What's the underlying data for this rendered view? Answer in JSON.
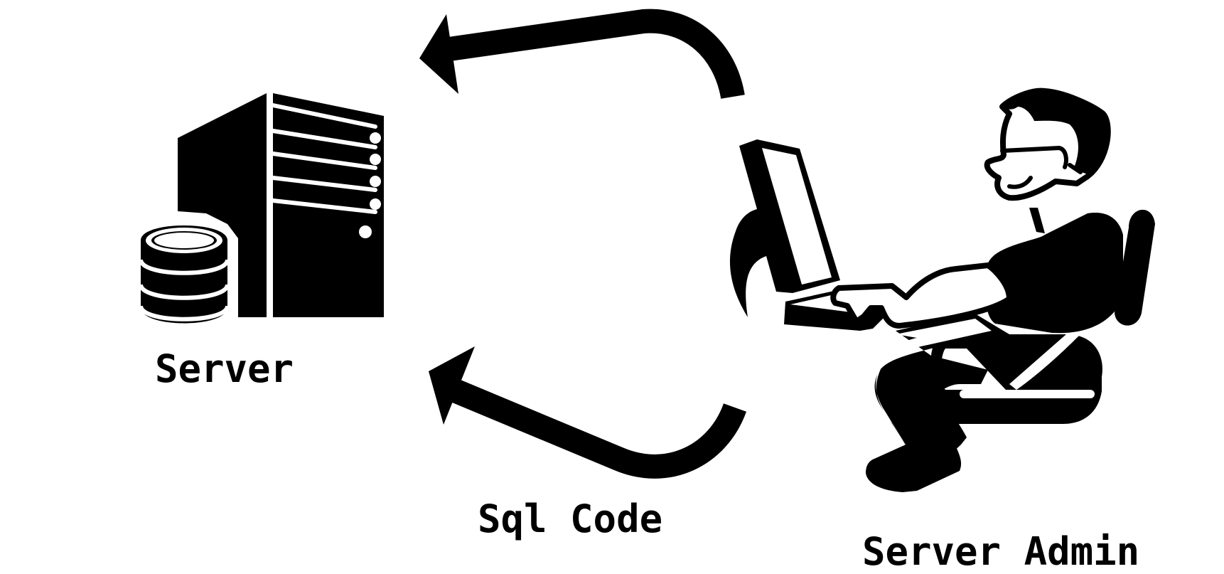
{
  "labels": {
    "server": "Server",
    "sql_code": "Sql Code",
    "server_admin": "Server Admin"
  },
  "icons": {
    "server": "server-tower-with-database-icon",
    "admin": "person-at-computer-icon",
    "top_arrow": "curved-arrow-left-icon",
    "bottom_arrow": "curved-arrow-left-icon"
  },
  "colors": {
    "ink": "#000000",
    "background": "#ffffff"
  }
}
